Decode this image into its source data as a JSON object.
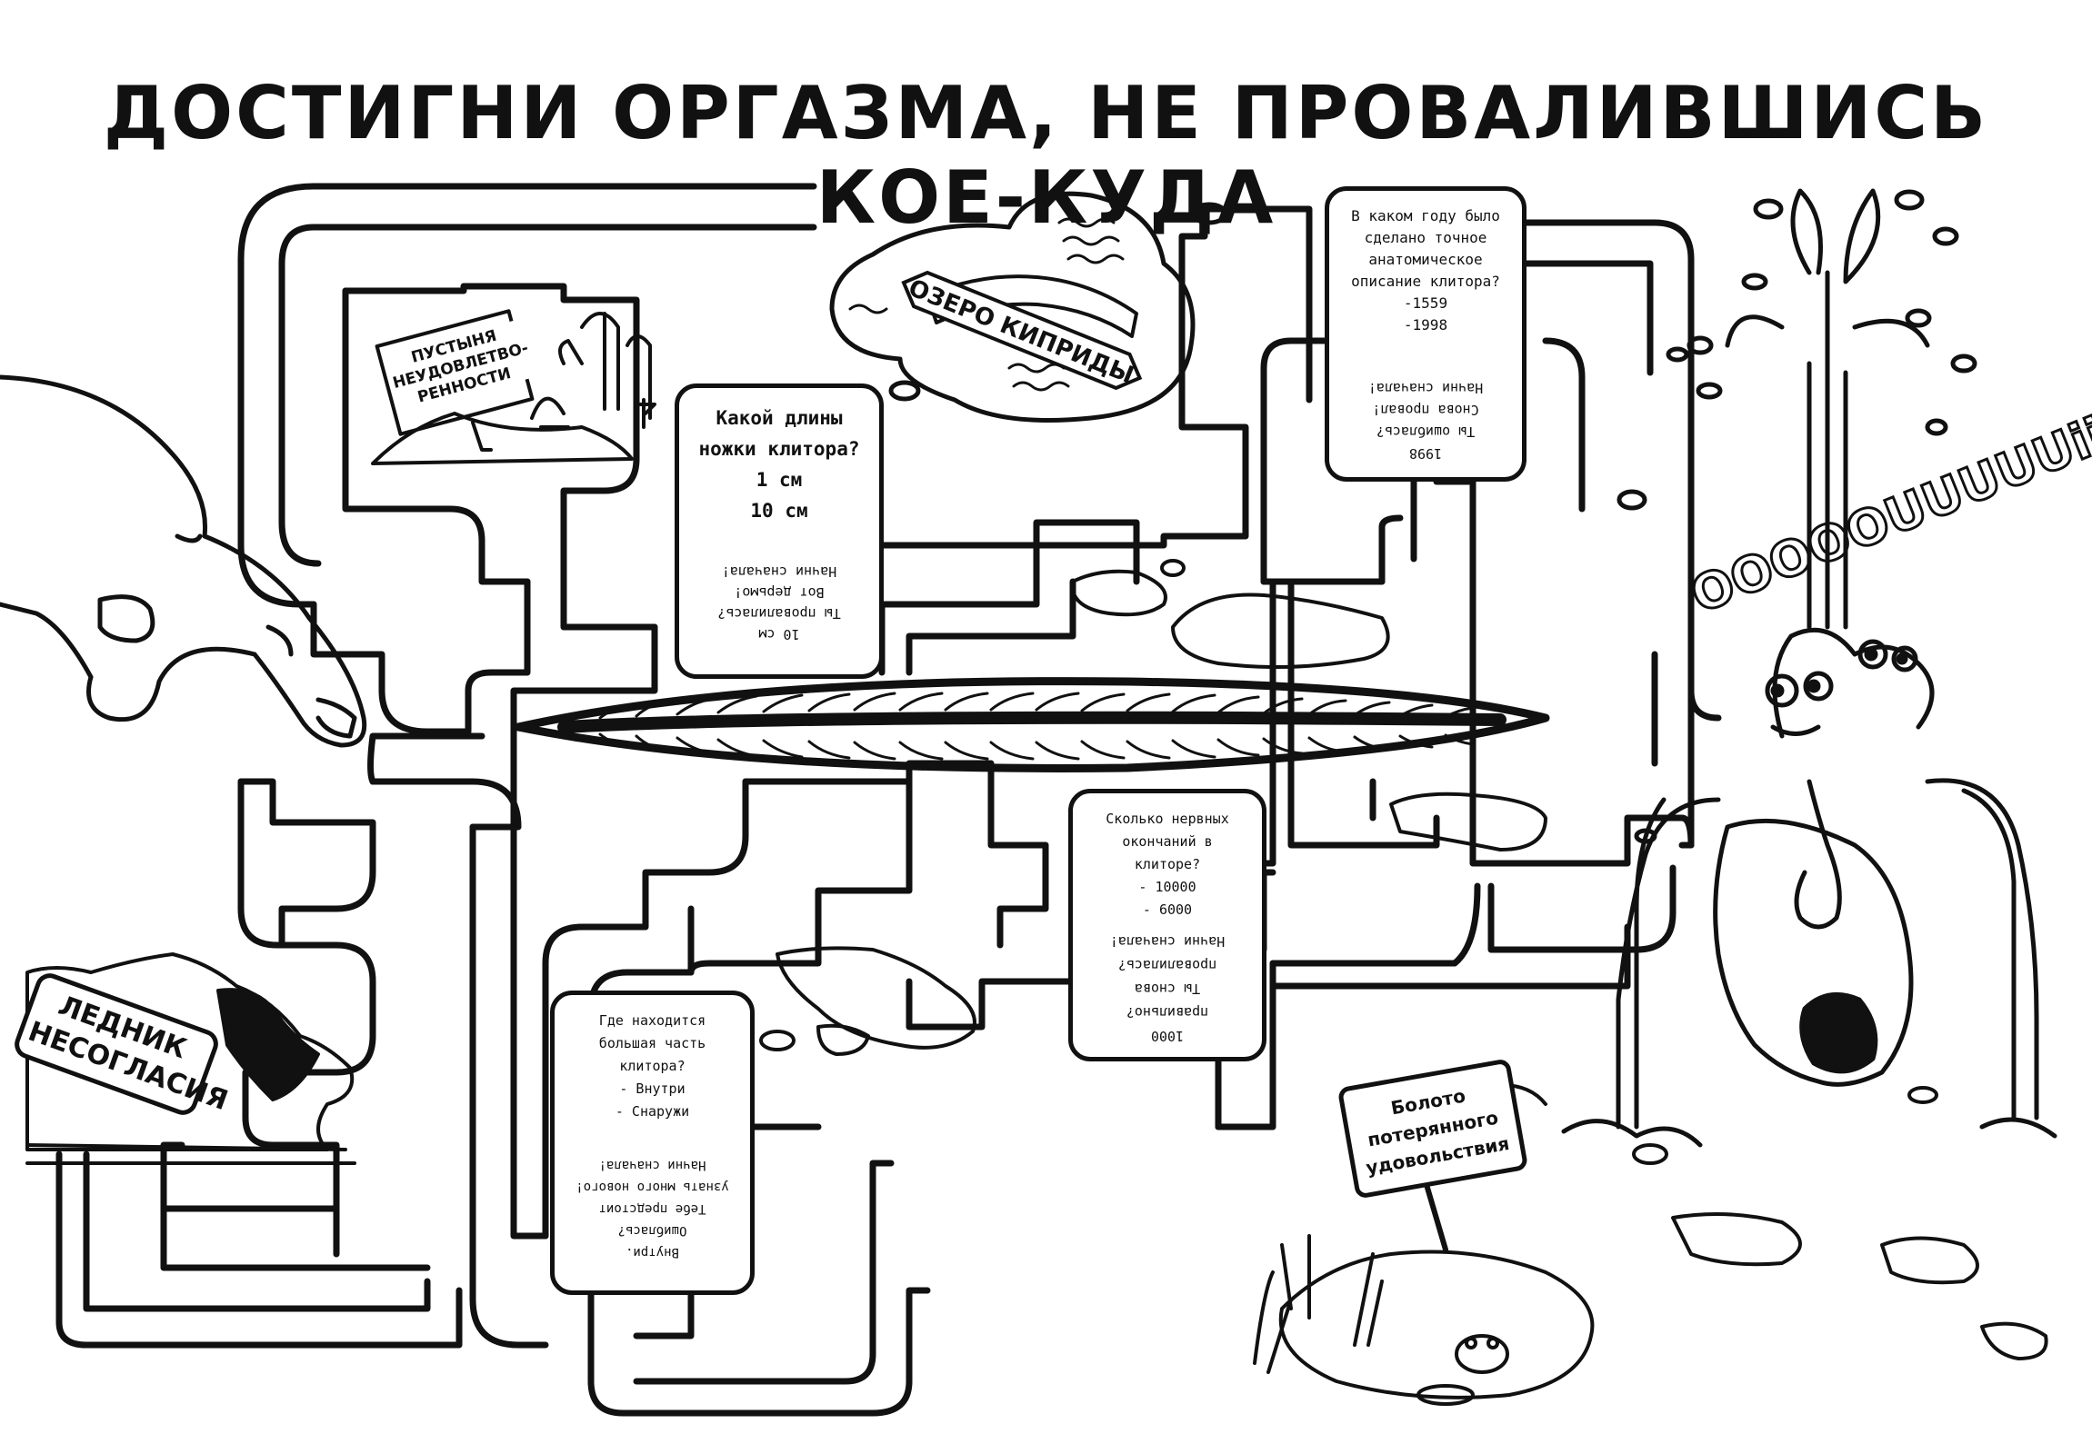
{
  "title": "ДОСТИГНИ ОРГАЗМА, НЕ ПРОВАЛИВШИСЬ КОЕ-КУДА",
  "places": {
    "desert": "ПУСТЫНЯ\nНЕУДОВЛЕТВО-\nРЕННОСТИ",
    "lake": "ОЗЕРО КИПРИДЫ",
    "glacier": "ЛЕДНИК\nНЕСОГЛАСИЯ",
    "swamp": "Болото\nпотерянного\nудовольствия",
    "shout": "ОООООUUUUUiiii!!!"
  },
  "cards": {
    "legs": {
      "question": "Какой длины\nножки клитора?",
      "options": [
        "1 см",
        "10 см"
      ],
      "answer": "10 см\nТы провалилась?\nВот дерьмо!\nНачни сначала!"
    },
    "year": {
      "question": "В каком году было\nсделано точное\nанатомическое\nописание клитора?",
      "options": [
        "-1559",
        "-1998"
      ],
      "answer": "1998\nТы ошиблась?\nСнова провал!\nНачни сначала!"
    },
    "nerves": {
      "question": "Сколько нервных\nокончаний в клиторе?",
      "options": [
        "- 10000",
        "- 6000"
      ],
      "answer": "1000\nправильно?\nТы снова\nпровалилась?\nНачни сначала!"
    },
    "where": {
      "question": "Где находится\nбольшая часть\nклитора?",
      "options": [
        "- Внутри",
        "- Снаружи"
      ],
      "answer": "Внутри.\nОшиблась?\nТебе предстоит\nузнать много нового!\nНачни сначала!"
    }
  }
}
